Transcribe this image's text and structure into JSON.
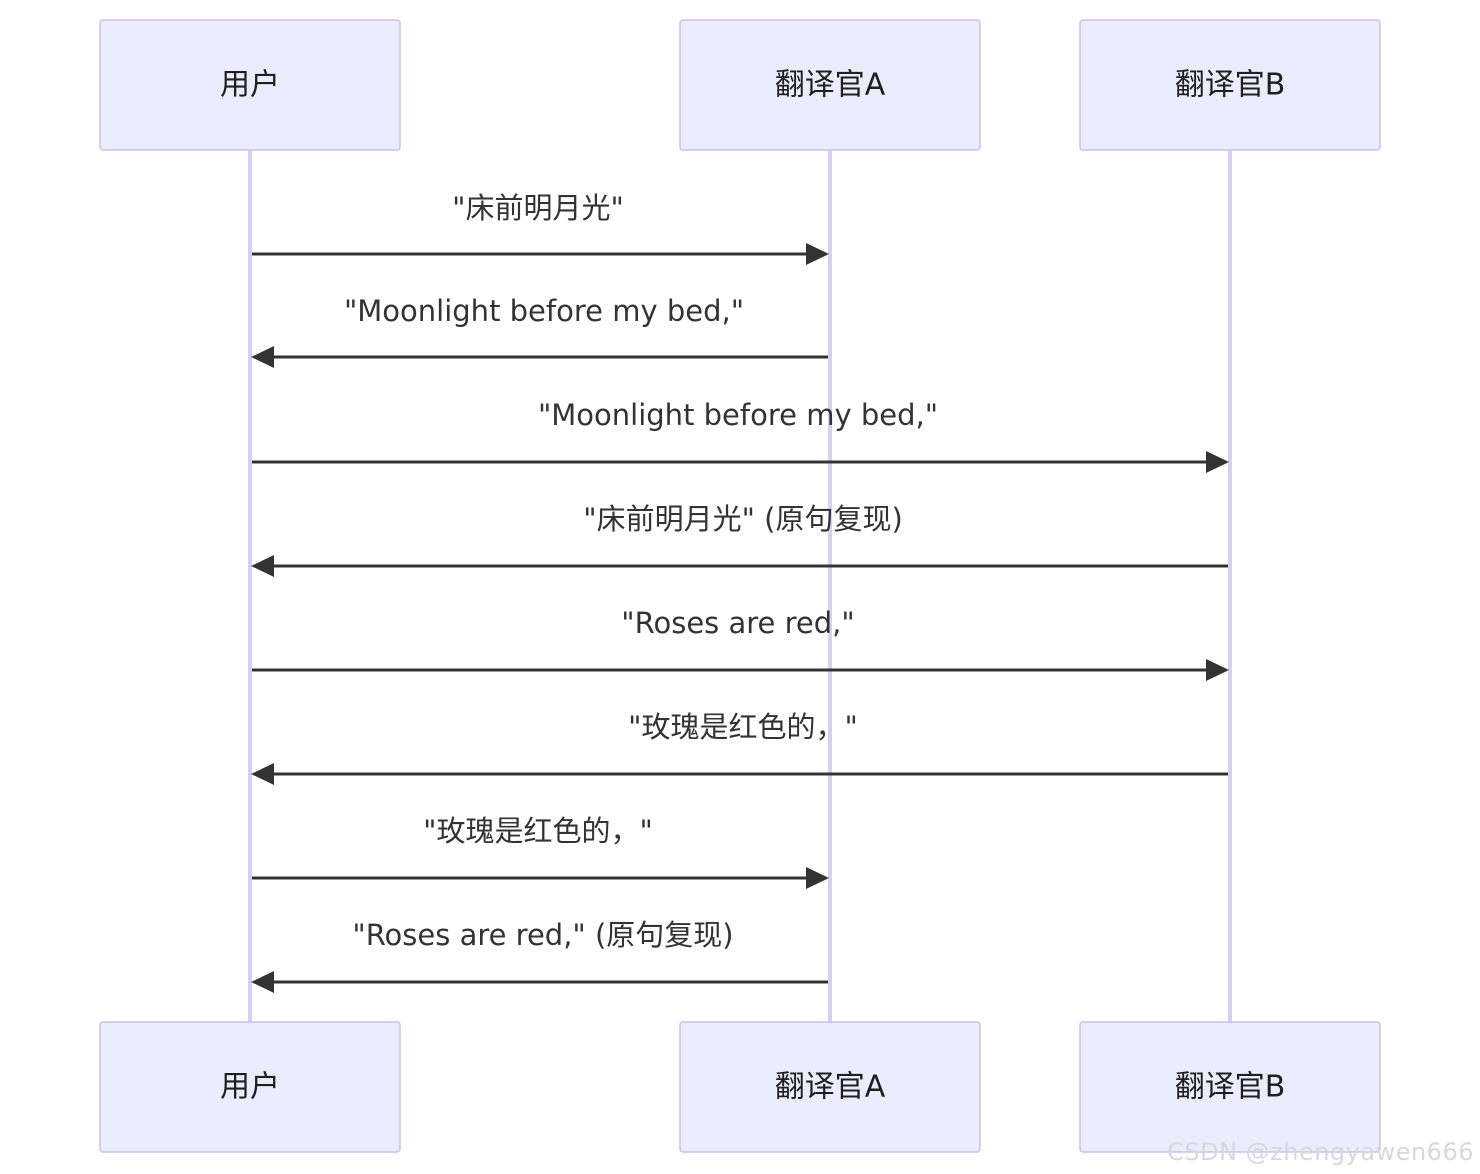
{
  "diagram": {
    "type": "sequence",
    "participants": [
      {
        "id": "user",
        "label": "用户"
      },
      {
        "id": "a",
        "label": "翻译官A"
      },
      {
        "id": "b",
        "label": "翻译官B"
      }
    ],
    "messages": [
      {
        "from": "user",
        "to": "a",
        "label": "\"床前明月光\""
      },
      {
        "from": "a",
        "to": "user",
        "label": "\"Moonlight before my bed,\""
      },
      {
        "from": "user",
        "to": "b",
        "label": "\"Moonlight before my bed,\""
      },
      {
        "from": "b",
        "to": "user",
        "label": "\"床前明月光\" (原句复现)"
      },
      {
        "from": "user",
        "to": "b",
        "label": "\"Roses are red,\""
      },
      {
        "from": "b",
        "to": "user",
        "label": "\"玫瑰是红色的，\""
      },
      {
        "from": "user",
        "to": "a",
        "label": "\"玫瑰是红色的，\""
      },
      {
        "from": "a",
        "to": "user",
        "label": "\"Roses are red,\" (原句复现)"
      }
    ]
  },
  "watermark": "CSDN @zhengyawen666"
}
